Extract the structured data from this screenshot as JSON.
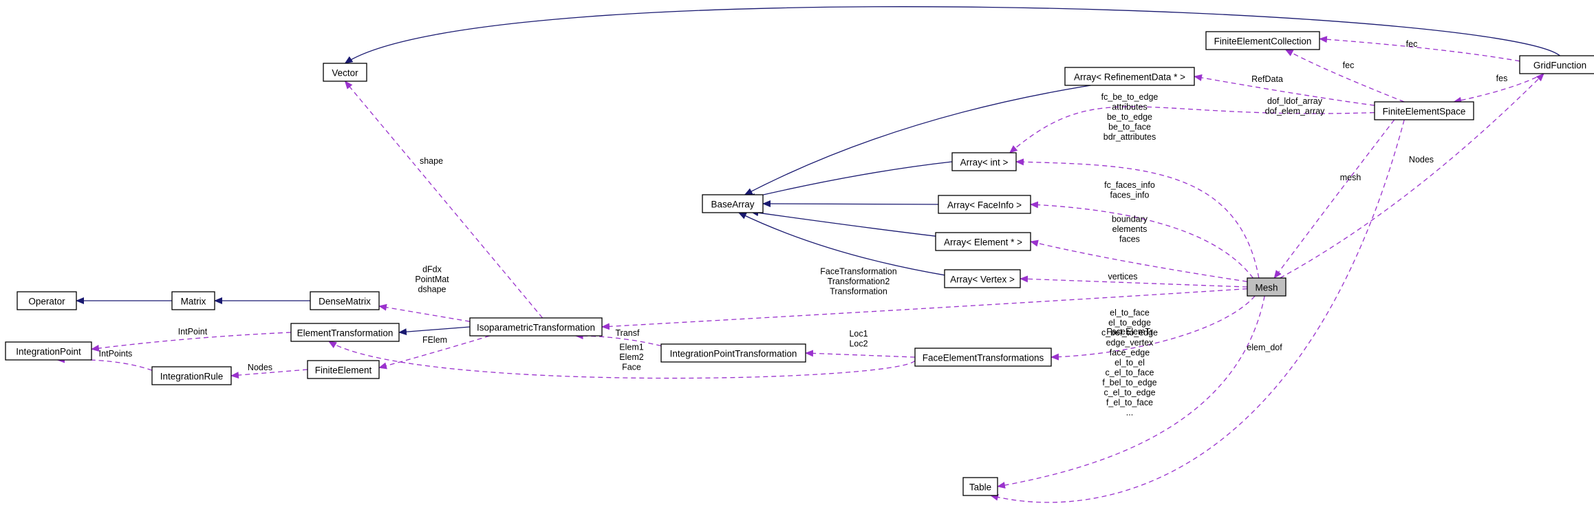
{
  "nodes": [
    {
      "id": "Operator",
      "label": "Operator"
    },
    {
      "id": "Matrix",
      "label": "Matrix"
    },
    {
      "id": "DenseMatrix",
      "label": "DenseMatrix"
    },
    {
      "id": "Vector",
      "label": "Vector"
    },
    {
      "id": "IntegrationPoint",
      "label": "IntegrationPoint"
    },
    {
      "id": "IntegrationRule",
      "label": "IntegrationRule"
    },
    {
      "id": "ElementTransformation",
      "label": "ElementTransformation"
    },
    {
      "id": "FiniteElement",
      "label": "FiniteElement"
    },
    {
      "id": "IsoparametricTransformation",
      "label": "IsoparametricTransformation"
    },
    {
      "id": "IntegrationPointTransformation",
      "label": "IntegrationPointTransformation"
    },
    {
      "id": "FaceElementTransformations",
      "label": "FaceElementTransformations"
    },
    {
      "id": "BaseArray",
      "label": "BaseArray"
    },
    {
      "id": "ArrayInt",
      "label": "Array< int >"
    },
    {
      "id": "ArrayFaceInfo",
      "label": "Array< FaceInfo >"
    },
    {
      "id": "ArrayElement",
      "label": "Array< Element * >"
    },
    {
      "id": "ArrayVertex",
      "label": "Array< Vertex >"
    },
    {
      "id": "ArrayRefinementData",
      "label": "Array< RefinementData * >"
    },
    {
      "id": "FiniteElementCollection",
      "label": "FiniteElementCollection"
    },
    {
      "id": "FiniteElementSpace",
      "label": "FiniteElementSpace"
    },
    {
      "id": "GridFunction",
      "label": "GridFunction"
    },
    {
      "id": "Mesh",
      "label": "Mesh",
      "highlighted": true
    },
    {
      "id": "Table",
      "label": "Table"
    }
  ],
  "edges": [
    {
      "from": "Matrix",
      "to": "Operator",
      "kind": "inheritance"
    },
    {
      "from": "DenseMatrix",
      "to": "Matrix",
      "kind": "inheritance"
    },
    {
      "from": "IsoparametricTransformation",
      "to": "ElementTransformation",
      "kind": "inheritance"
    },
    {
      "from": "ArrayInt",
      "to": "BaseArray",
      "kind": "inheritance"
    },
    {
      "from": "ArrayFaceInfo",
      "to": "BaseArray",
      "kind": "inheritance"
    },
    {
      "from": "ArrayElement",
      "to": "BaseArray",
      "kind": "inheritance"
    },
    {
      "from": "ArrayVertex",
      "to": "BaseArray",
      "kind": "inheritance"
    },
    {
      "from": "ArrayRefinementData",
      "to": "BaseArray",
      "kind": "inheritance"
    },
    {
      "from": "GridFunction",
      "to": "Vector",
      "kind": "inheritance"
    },
    {
      "from": "IsoparametricTransformation",
      "to": "Vector",
      "kind": "usage",
      "labels": [
        "shape"
      ]
    },
    {
      "from": "IsoparametricTransformation",
      "to": "DenseMatrix",
      "kind": "usage",
      "labels": [
        "dFdx",
        "PointMat",
        "dshape"
      ]
    },
    {
      "from": "IsoparametricTransformation",
      "to": "FiniteElement",
      "kind": "usage",
      "labels": [
        "FElem"
      ]
    },
    {
      "from": "ElementTransformation",
      "to": "IntegrationPoint",
      "kind": "usage",
      "labels": [
        "IntPoint"
      ]
    },
    {
      "from": "IntegrationRule",
      "to": "IntegrationPoint",
      "kind": "usage",
      "labels": [
        "IntPoints"
      ]
    },
    {
      "from": "FiniteElement",
      "to": "IntegrationRule",
      "kind": "usage",
      "labels": [
        "Nodes"
      ]
    },
    {
      "from": "IntegrationPointTransformation",
      "to": "IsoparametricTransformation",
      "kind": "usage",
      "labels": [
        "Transf"
      ]
    },
    {
      "from": "FaceElementTransformations",
      "to": "IntegrationPointTransformation",
      "kind": "usage",
      "labels": [
        "Loc1",
        "Loc2"
      ]
    },
    {
      "from": "FaceElementTransformations",
      "to": "ElementTransformation",
      "kind": "usage",
      "labels": [
        "Elem1",
        "Elem2",
        "Face"
      ]
    },
    {
      "from": "Mesh",
      "to": "IsoparametricTransformation",
      "kind": "usage",
      "labels": [
        "FaceTransformation",
        "Transformation2",
        "Transformation"
      ]
    },
    {
      "from": "Mesh",
      "to": "FaceElementTransformations",
      "kind": "usage",
      "labels": [
        "FaceElemTr"
      ]
    },
    {
      "from": "Mesh",
      "to": "ArrayVertex",
      "kind": "usage",
      "labels": [
        "vertices"
      ]
    },
    {
      "from": "Mesh",
      "to": "ArrayElement",
      "kind": "usage",
      "labels": [
        "boundary",
        "elements",
        "faces"
      ]
    },
    {
      "from": "Mesh",
      "to": "ArrayFaceInfo",
      "kind": "usage",
      "labels": [
        "fc_faces_info",
        "faces_info"
      ]
    },
    {
      "from": "Mesh",
      "to": "ArrayInt",
      "kind": "usage",
      "labels": [
        "fc_be_to_edge",
        "attributes",
        "be_to_edge",
        "be_to_face",
        "bdr_attributes"
      ]
    },
    {
      "from": "Mesh",
      "to": "Table",
      "kind": "usage",
      "labels": [
        "el_to_face",
        "el_to_edge",
        "c_bel_to_edge",
        "edge_vertex",
        "face_edge",
        "el_to_el",
        "c_el_to_face",
        "f_bel_to_edge",
        "c_el_to_edge",
        "f_el_to_face",
        "..."
      ]
    },
    {
      "from": "Mesh",
      "to": "GridFunction",
      "kind": "usage",
      "labels": [
        "Nodes"
      ]
    },
    {
      "from": "FiniteElementSpace",
      "to": "Mesh",
      "kind": "usage",
      "labels": [
        "mesh"
      ]
    },
    {
      "from": "FiniteElementSpace",
      "to": "Table",
      "kind": "usage",
      "labels": [
        "elem_dof"
      ]
    },
    {
      "from": "FiniteElementSpace",
      "to": "ArrayInt",
      "kind": "usage",
      "labels": [
        "dof_ldof_array",
        "dof_elem_array"
      ]
    },
    {
      "from": "FiniteElementSpace",
      "to": "ArrayRefinementData",
      "kind": "usage",
      "labels": [
        "RefData"
      ]
    },
    {
      "from": "FiniteElementSpace",
      "to": "FiniteElementCollection",
      "kind": "usage",
      "labels": [
        "fec"
      ]
    },
    {
      "from": "GridFunction",
      "to": "FiniteElementSpace",
      "kind": "usage",
      "labels": [
        "fes"
      ]
    },
    {
      "from": "GridFunction",
      "to": "FiniteElementCollection",
      "kind": "usage",
      "labels": [
        "fec"
      ]
    }
  ]
}
